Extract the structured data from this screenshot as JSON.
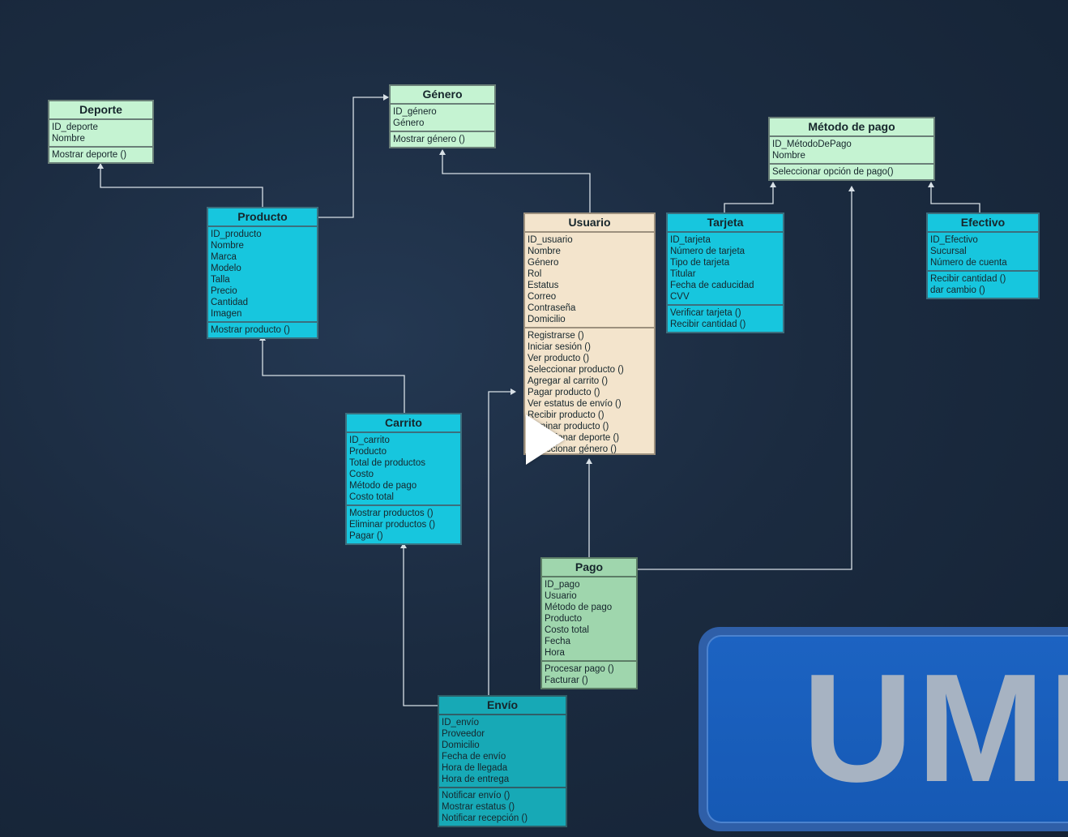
{
  "classes": {
    "deporte": {
      "name": "Deporte",
      "attributes": [
        "ID_deporte",
        "Nombre"
      ],
      "methods": [
        "Mostrar deporte ()"
      ]
    },
    "genero": {
      "name": "Género",
      "attributes": [
        "ID_género",
        "Género"
      ],
      "methods": [
        "Mostrar género ()"
      ]
    },
    "metodo_pago": {
      "name": "Método de pago",
      "attributes": [
        "ID_MétodoDePago",
        "Nombre"
      ],
      "methods": [
        "Seleccionar opción de pago()"
      ]
    },
    "producto": {
      "name": "Producto",
      "attributes": [
        "ID_producto",
        "Nombre",
        "Marca",
        "Modelo",
        "Talla",
        "Precio",
        "Cantidad",
        "Imagen"
      ],
      "methods": [
        "Mostrar producto ()"
      ]
    },
    "usuario": {
      "name": "Usuario",
      "attributes": [
        "ID_usuario",
        "Nombre",
        "Género",
        "Rol",
        "Estatus",
        "Correo",
        "Contraseña",
        "Domicilio"
      ],
      "methods": [
        "Registrarse ()",
        "Iniciar sesión ()",
        "Ver producto ()",
        "Seleccionar producto ()",
        "Agregar al carrito ()",
        "Pagar producto ()",
        "Ver estatus de envío ()",
        "Recibir producto ()",
        "Eliminar producto ()",
        "Seleccionar deporte ()",
        "Seleccionar género ()"
      ]
    },
    "tarjeta": {
      "name": "Tarjeta",
      "attributes": [
        "ID_tarjeta",
        "Número de tarjeta",
        "Tipo de tarjeta",
        "Titular",
        "Fecha de caducidad",
        "CVV"
      ],
      "methods": [
        "Verificar tarjeta ()",
        "Recibir cantidad ()"
      ]
    },
    "efectivo": {
      "name": "Efectivo",
      "attributes": [
        "ID_Efectivo",
        "Sucursal",
        "Número de cuenta"
      ],
      "methods": [
        "Recibir cantidad ()",
        "dar cambio ()"
      ]
    },
    "carrito": {
      "name": "Carrito",
      "attributes": [
        "ID_carrito",
        "Producto",
        "Total de productos",
        "Costo",
        "Método de pago",
        "Costo total"
      ],
      "methods": [
        "Mostrar productos ()",
        "Eliminar productos ()",
        "Pagar ()"
      ]
    },
    "pago": {
      "name": "Pago",
      "attributes": [
        "ID_pago",
        "Usuario",
        "Método de pago",
        "Producto",
        "Costo total",
        "Fecha",
        "Hora"
      ],
      "methods": [
        "Procesar pago ()",
        "Facturar ()"
      ]
    },
    "envio": {
      "name": "Envío",
      "attributes": [
        "ID_envío",
        "Proveedor",
        "Domicilio",
        "Fecha de envío",
        "Hora de llegada",
        "Hora de entrega"
      ],
      "methods": [
        "Notificar envío ()",
        "Mostrar estatus ()",
        "Notificar recepción ()"
      ]
    }
  },
  "relations": [
    {
      "from": "Producto",
      "to": "Deporte"
    },
    {
      "from": "Producto",
      "to": "Género"
    },
    {
      "from": "Usuario",
      "to": "Género"
    },
    {
      "from": "Tarjeta",
      "to": "Método de pago"
    },
    {
      "from": "Efectivo",
      "to": "Método de pago"
    },
    {
      "from": "Carrito",
      "to": "Producto"
    },
    {
      "from": "Pago",
      "to": "Usuario"
    },
    {
      "from": "Pago",
      "to": "Método de pago"
    },
    {
      "from": "Envío",
      "to": "Carrito"
    },
    {
      "from": "Envío",
      "to": "Usuario"
    }
  ],
  "logo": {
    "text": "UML"
  },
  "colors": {
    "mint": "#c5f3d2",
    "cyan": "#17c6de",
    "teal": "#17a9b6",
    "cream": "#f3e4cc",
    "sage": "#9fd6ad",
    "connector": "#d8e0e6",
    "background": "#1b2b40",
    "logo_blue": "#1c63c2"
  },
  "overlay": {
    "icon": "play-icon"
  }
}
